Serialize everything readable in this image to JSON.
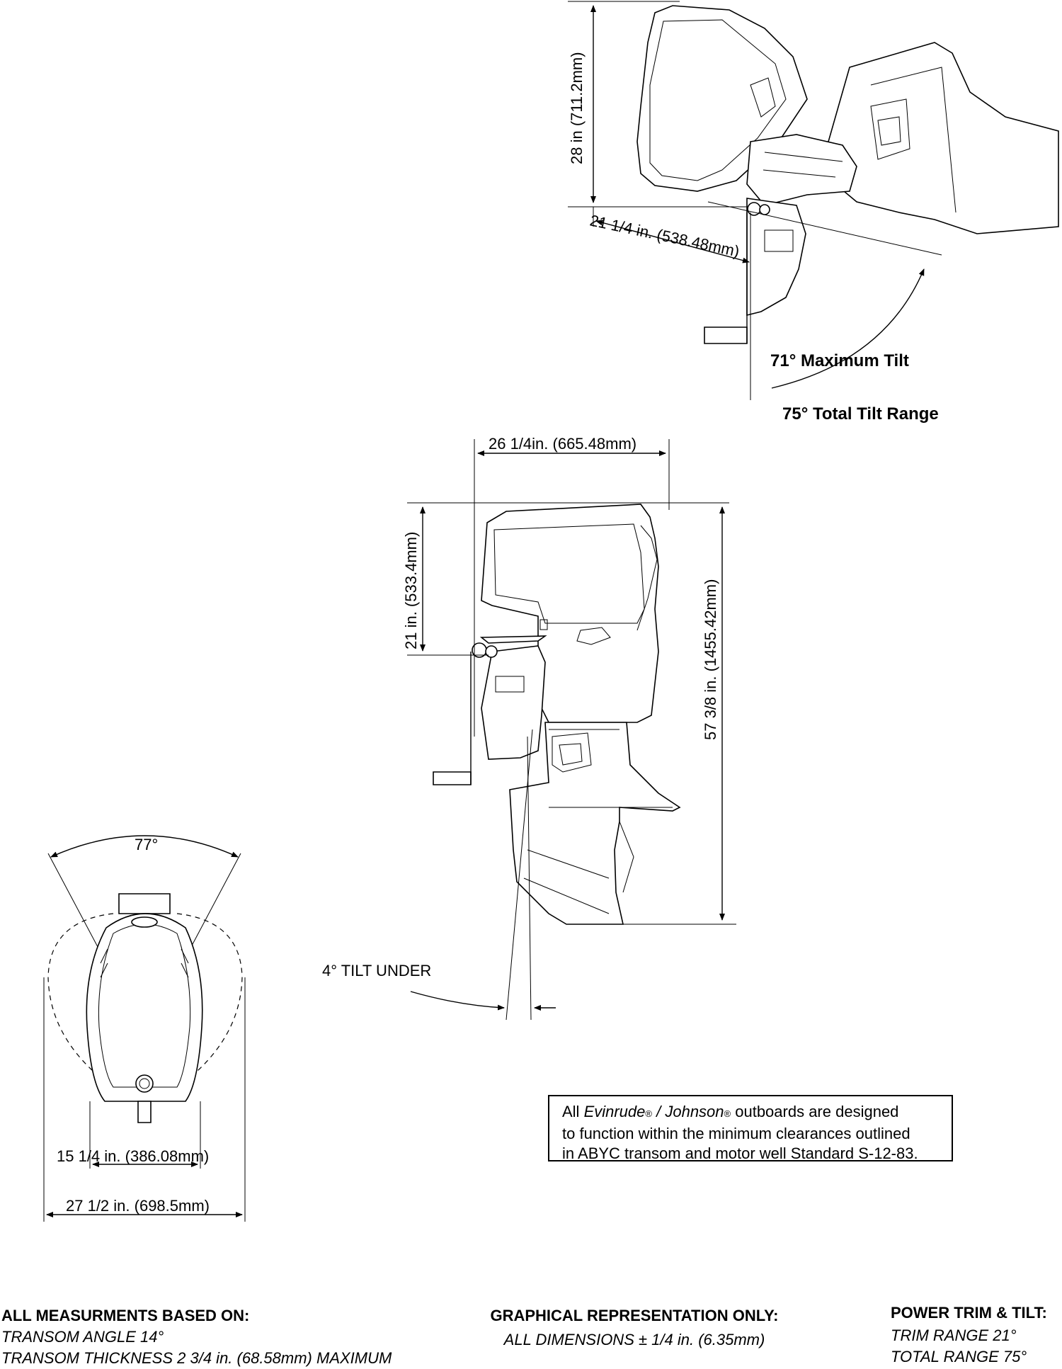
{
  "tilt_view": {
    "height_dim": "28 in (711.2mm)",
    "reach_dim": "21 1/4 in. (538.48mm)",
    "max_tilt": "71° Maximum Tilt",
    "total_tilt": "75° Total Tilt Range"
  },
  "side_view": {
    "width_dim": "26 1/4in. (665.48mm)",
    "cowl_dim": "21 in. (533.4mm)",
    "height_dim": "57 3/8 in. (1455.42mm)",
    "tilt_under": "4° TILT UNDER"
  },
  "front_view": {
    "steer_angle": "77°",
    "inner_width": "15 1/4 in. (386.08mm)",
    "outer_width": "27 1/2 in. (698.5mm)"
  },
  "notice": {
    "prefix": "All ",
    "brand1": "Evinrude",
    "reg1": "®",
    "sep": " / ",
    "brand2": "Johnson",
    "reg2": "®",
    "line1_rest": " outboards are designed",
    "line2": "to function within the minimum clearances outlined",
    "line3": "in ABYC transom and motor well Standard S-12-83."
  },
  "footer": {
    "col1": {
      "heading": "ALL MEASURMENTS BASED ON:",
      "line1": "TRANSOM ANGLE 14°",
      "line2": "TRANSOM THICKNESS 2 3/4 in. (68.58mm) MAXIMUM"
    },
    "col2": {
      "heading": "GRAPHICAL REPRESENTATION ONLY:",
      "line1": "ALL DIMENSIONS ± 1/4 in. (6.35mm)"
    },
    "col3": {
      "heading": "POWER TRIM & TILT:",
      "line1": "TRIM RANGE 21°",
      "line2": "TOTAL RANGE 75°"
    }
  }
}
